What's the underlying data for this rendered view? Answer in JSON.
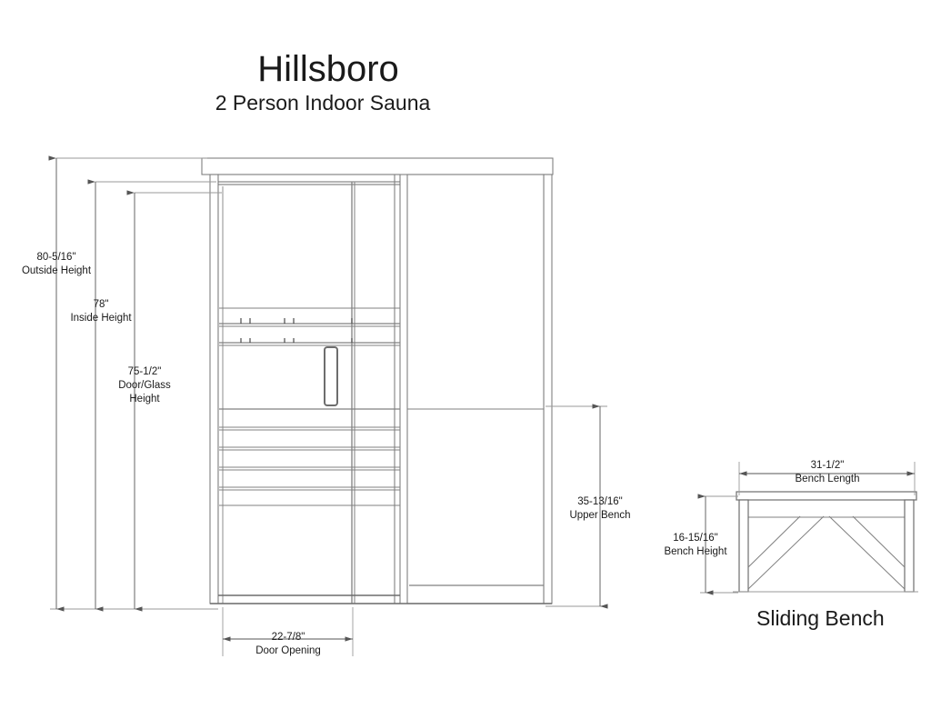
{
  "drawing": {
    "title": "Hillsboro",
    "subtitle": "2 Person Indoor Sauna",
    "caption_bench": "Sliding Bench",
    "line_color": "#808080",
    "dark_line_color": "#6d6d6d",
    "text_color": "#1a1a1a",
    "background": "#ffffff"
  },
  "dimensions": {
    "outside_height": {
      "value": "80-5/16\"",
      "label": "Outside Height"
    },
    "inside_height": {
      "value": "78\"",
      "label": "Inside Height"
    },
    "door_glass_height": {
      "value": "75-1/2\"",
      "label": "Door/Glass",
      "label2": "Height"
    },
    "upper_bench": {
      "value": "35-13/16\"",
      "label": "Upper Bench"
    },
    "door_opening": {
      "value": "22-7/8\"",
      "label": "Door Opening"
    },
    "bench_length": {
      "value": "31-1/2\"",
      "label": "Bench Length"
    },
    "bench_height": {
      "value": "16-15/16\"",
      "label": "Bench Height"
    }
  }
}
